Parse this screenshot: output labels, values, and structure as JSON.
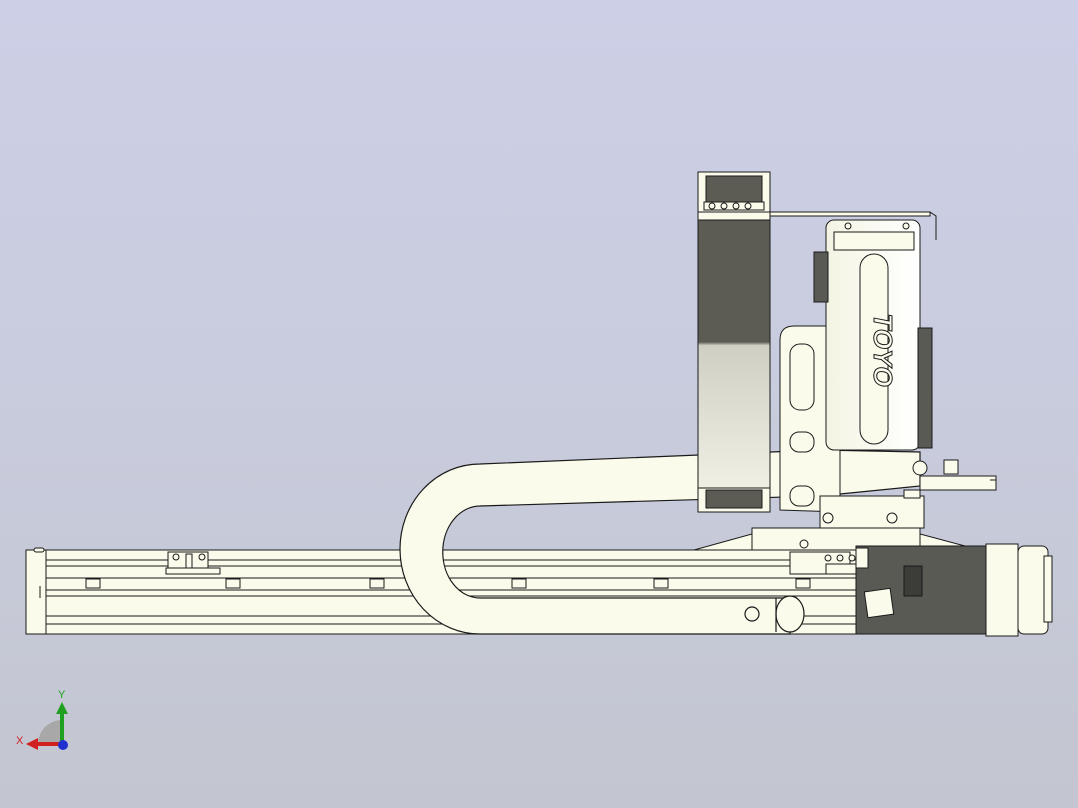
{
  "viewport": {
    "background_top": "#cdcfe6",
    "background_bottom": "#c3c6d0"
  },
  "model": {
    "name": "linear-actuator-assembly",
    "body_color": "#fbfbec",
    "edge_color": "#1a1a1a",
    "motor_color": "#5a5a55",
    "logo_text": "TOYO"
  },
  "triad": {
    "x_label": "X",
    "y_label": "Y",
    "x_color": "#d02020",
    "y_color": "#20a020",
    "z_color": "#2030d0"
  }
}
